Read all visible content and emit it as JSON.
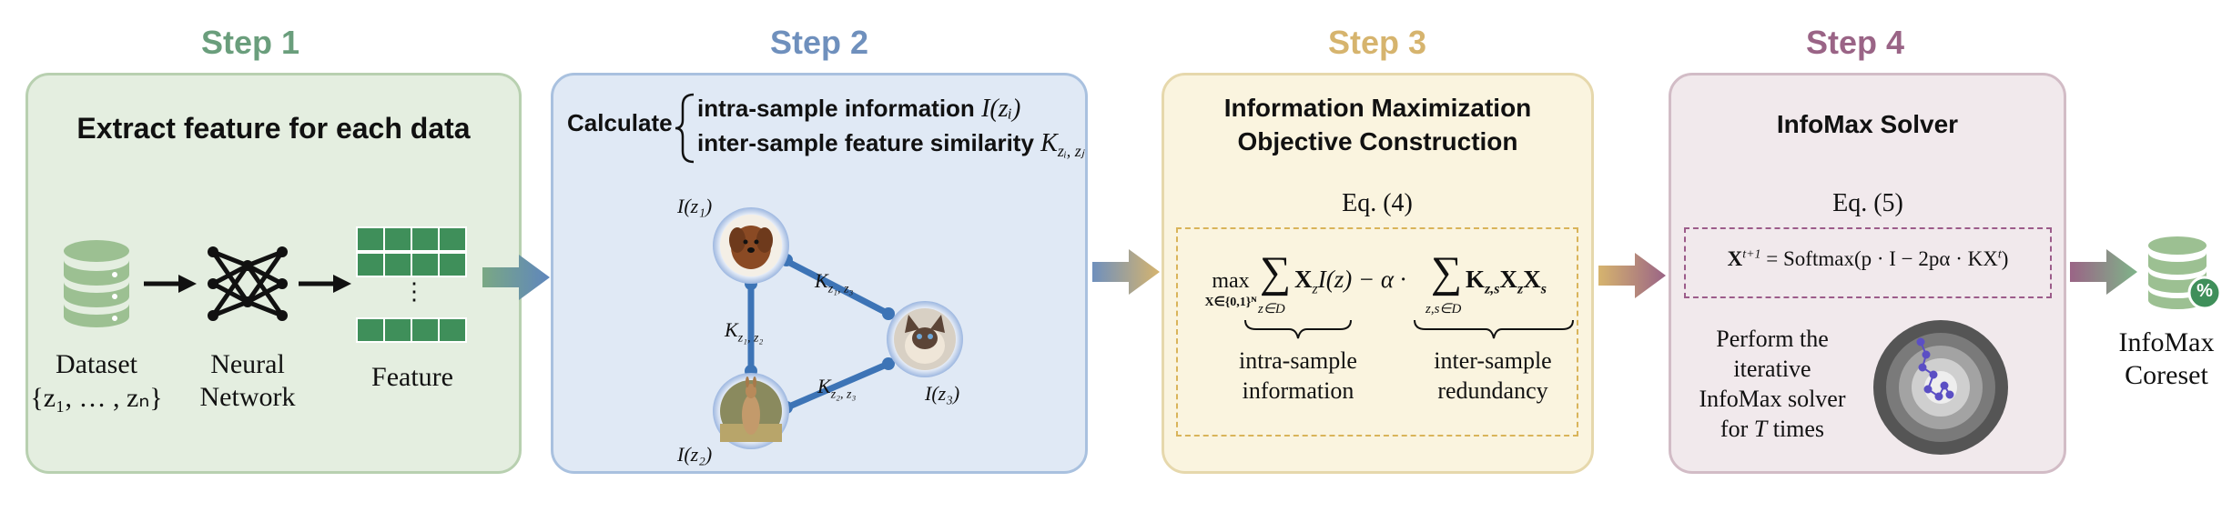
{
  "colors": {
    "step1": "#6a9e7c",
    "step2": "#6f90bd",
    "step3": "#d6b46e",
    "step4": "#9a6486",
    "green": "#3f8f5a",
    "blue_node": "#3d74b6",
    "dashed_gold": "#d9b45a",
    "dashed_purple": "#9c5c8a"
  },
  "steps": [
    {
      "label": "Step 1"
    },
    {
      "label": "Step 2"
    },
    {
      "label": "Step 3"
    },
    {
      "label": "Step 4"
    }
  ],
  "step1": {
    "title": "Extract feature for each data",
    "dataset_label": "Dataset",
    "dataset_set": "{z₁, … , zₙ}",
    "network_label_1": "Neural",
    "network_label_2": "Network",
    "feature_label": "Feature",
    "feature_ellipsis": "⋮"
  },
  "step2": {
    "calculate": "Calculate",
    "line1_text": "intra-sample information",
    "line1_math": "I(zᵢ)",
    "line2_text": "inter-sample feature similarity",
    "line2_math": "K",
    "line2_sub": "zᵢ, zⱼ",
    "node1": "I(z₁)",
    "node2": "I(z₂)",
    "node3": "I(z₃)",
    "edge12": "K",
    "edge12_sub": "z₁, z₂",
    "edge13": "K",
    "edge13_sub": "z₁, z₃",
    "edge23": "K",
    "edge23_sub": "z₂, z₃"
  },
  "step3": {
    "title_1": "Information Maximization",
    "title_2": "Objective Construction",
    "eq_label": "Eq. (4)",
    "max": "max",
    "max_sub": "X∈{0,1}ᴺ",
    "sum_sub1": "z∈D",
    "term1": "X",
    "term1_sub": "z",
    "term1_rest": "I(z) − α ·",
    "sum_sub2": "z,s∈D",
    "term2": "K",
    "term2_sub": "z,s",
    "term2_b": "X",
    "term2_b_sub": "z",
    "term2_c": "X",
    "term2_c_sub": "s",
    "brace1_label_1": "intra-sample",
    "brace1_label_2": "information",
    "brace2_label_1": "inter-sample",
    "brace2_label_2": "redundancy"
  },
  "step4": {
    "title": "InfoMax Solver",
    "eq_label": "Eq. (5)",
    "eq_lhs": "X",
    "eq_lhs_sup": "t+1",
    "eq_rhs": "= Softmax(p · I − 2pα · KX",
    "eq_rhs_sup": "t",
    "eq_close": ")",
    "desc_1": "Perform the",
    "desc_2": "iterative",
    "desc_3": "InfoMax solver",
    "desc_4a": "for ",
    "desc_4b": "T",
    "desc_4c": " times"
  },
  "output": {
    "label_1": "InfoMax",
    "label_2": "Coreset",
    "badge": "%"
  }
}
